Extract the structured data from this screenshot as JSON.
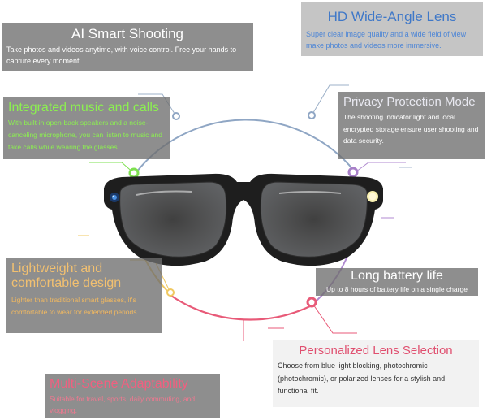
{
  "features": {
    "ai_shooting": {
      "title": "AI Smart Shooting",
      "text": "Take photos and videos anytime, with voice control. Free your hands to capture every moment."
    },
    "hd_lens": {
      "title": "HD Wide-Angle Lens",
      "text": "Super clear image quality and a wide field of view make photos and videos more immersive."
    },
    "music_calls": {
      "title": "Integrated music and calls",
      "text": "With built-in open-back speakers and a noise-canceling microphone, you can listen to music and take calls while wearing the glasses."
    },
    "privacy": {
      "title": "Privacy Protection Mode",
      "text": "The shooting indicator light and local encrypted storage ensure user shooting and data security."
    },
    "lightweight": {
      "title": "Lightweight and comfortable design",
      "text": "Lighter than traditional smart glasses, it's comfortable to wear for extended periods."
    },
    "battery": {
      "title": "Long battery life",
      "text": "Up to 8 hours of battery life on a single charge"
    },
    "lens_selection": {
      "title": "Personalized Lens Selection",
      "text": "Choose from blue light blocking, photochromic (photochromic), or polarized lenses for a stylish and functional fit."
    },
    "multi_scene": {
      "title": "Multi-Scene Adaptability",
      "text": "Suitable for travel, sports, daily commuting, and vlogging."
    }
  },
  "colors": {
    "ring_blue": "#8fa6c4",
    "ring_pink": "#e85a78",
    "ring_yellow": "#f0c860",
    "ring_green": "#7ee050",
    "ring_purple": "#a880c8",
    "frame": "#1e1e1e"
  },
  "icons": [
    "camera-lens-icon",
    "indicator-light-icon"
  ]
}
